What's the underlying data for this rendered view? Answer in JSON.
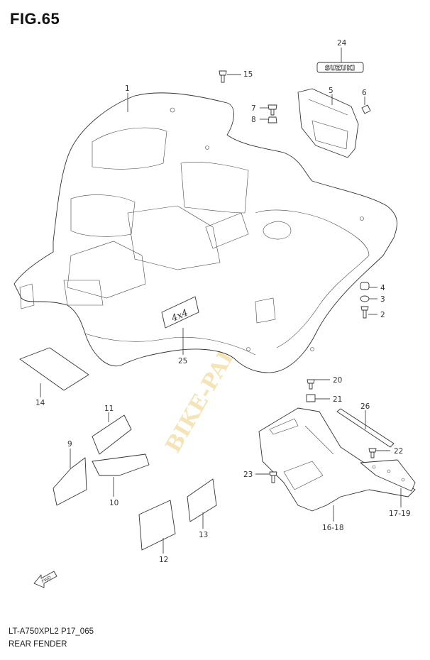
{
  "figure": {
    "title": "FIG.65",
    "model_code": "LT-A750XPL2 P17_065",
    "caption": "REAR FENDER"
  },
  "callouts": {
    "c1": "1",
    "c2": "2",
    "c3": "3",
    "c4": "4",
    "c5": "5",
    "c6": "6",
    "c7": "7",
    "c8": "8",
    "c9": "9",
    "c10": "10",
    "c11": "11",
    "c12": "12",
    "c13": "13",
    "c14": "14",
    "c15": "15",
    "c20": "20",
    "c21": "21",
    "c22": "22",
    "c23": "23",
    "c24": "24",
    "c25": "25",
    "c26": "26",
    "c16_18": "16-18",
    "c17_19": "17-19"
  },
  "emblem_text": "SUZUKI",
  "decal_text": "4x4",
  "fwd_text": "FWD",
  "watermark": "BIKE-PARTS.WEB"
}
